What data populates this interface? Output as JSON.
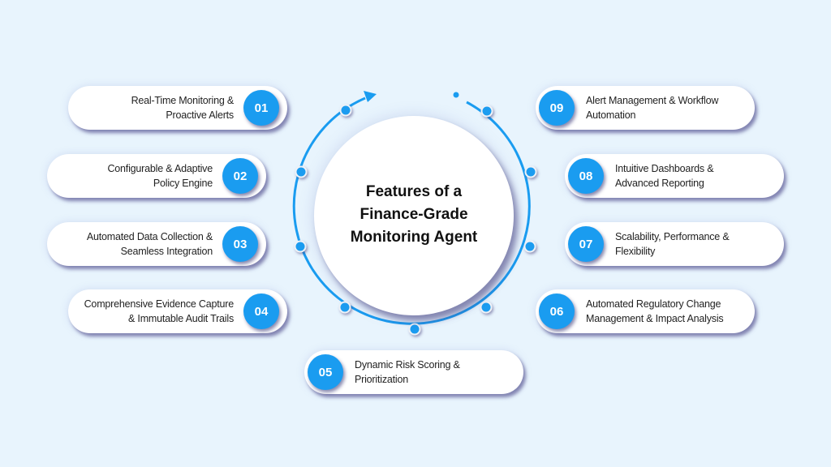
{
  "title": "Features of a Finance-Grade Monitoring Agent",
  "title_lines": [
    "Features of a",
    "Finance-Grade",
    "Monitoring Agent"
  ],
  "colors": {
    "background": "#e8f4fd",
    "accent": "#1a9cf0",
    "card": "#ffffff",
    "text": "#222222"
  },
  "features": [
    {
      "number": "01",
      "line1": "Real-Time Monitoring &",
      "line2": "Proactive Alerts"
    },
    {
      "number": "02",
      "line1": "Configurable & Adaptive",
      "line2": "Policy Engine"
    },
    {
      "number": "03",
      "line1": "Automated Data Collection &",
      "line2": "Seamless Integration"
    },
    {
      "number": "04",
      "line1": "Comprehensive Evidence Capture",
      "line2": "& Immutable Audit Trails"
    },
    {
      "number": "05",
      "line1": "Dynamic Risk Scoring &",
      "line2": "Prioritization"
    },
    {
      "number": "06",
      "line1": "Automated Regulatory Change",
      "line2": "Management & Impact Analysis"
    },
    {
      "number": "07",
      "line1": "Scalability, Performance &",
      "line2": "Flexibility"
    },
    {
      "number": "08",
      "line1": "Intuitive Dashboards &",
      "line2": "Advanced Reporting"
    },
    {
      "number": "09",
      "line1": "Alert Management & Workflow",
      "line2": "Automation"
    }
  ],
  "icons": {
    "arc_arrow": "arrow-head-icon",
    "connector_dot": "connector-dot-icon"
  }
}
